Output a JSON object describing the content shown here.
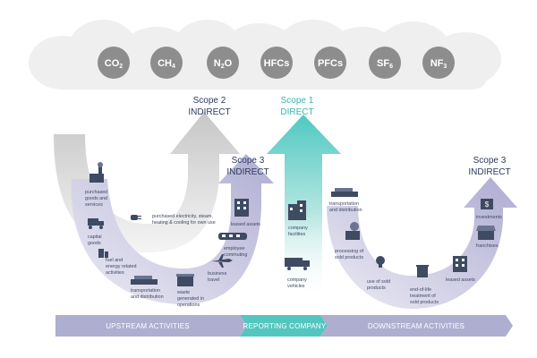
{
  "gases": [
    "CO2",
    "CH4",
    "N2O",
    "HFCs",
    "PFCs",
    "SF6",
    "NF3"
  ],
  "gas_labels": [
    {
      "base": "CO",
      "sub": "2"
    },
    {
      "base": "CH",
      "sub": "4"
    },
    {
      "base": "N",
      "sub": "2",
      "tail": "O"
    },
    {
      "base": "HFCs",
      "sub": ""
    },
    {
      "base": "PFCs",
      "sub": ""
    },
    {
      "base": "SF",
      "sub": "6"
    },
    {
      "base": "NF",
      "sub": "3"
    }
  ],
  "scopes": {
    "scope2": {
      "line1": "Scope 2",
      "line2": "INDIRECT"
    },
    "scope1": {
      "line1": "Scope 1",
      "line2": "DIRECT"
    },
    "scope3_upstream": {
      "line1": "Scope 3",
      "line2": "INDIRECT"
    },
    "scope3_downstream": {
      "line1": "Scope 3",
      "line2": "INDIRECT"
    }
  },
  "upstream_items": {
    "purchased_goods": [
      "purchased",
      "goods and",
      "services"
    ],
    "capital_goods": [
      "capital",
      "goods"
    ],
    "fuel_energy": [
      "fuel and",
      "energy related",
      "activities"
    ],
    "transportation": [
      "transportation",
      "and distribution"
    ],
    "waste": [
      "waste",
      "generated in",
      "operations"
    ],
    "business_travel": [
      "business",
      "travel"
    ],
    "employee_commuting": [
      "employee",
      "commuting"
    ],
    "leased_assets": [
      "leased assets"
    ]
  },
  "scope2_item": [
    "purchased electricity, steam,",
    "heating & cooling for own use"
  ],
  "company_items": {
    "facilities": [
      "company",
      "facilities"
    ],
    "vehicles": [
      "company",
      "vehicles"
    ]
  },
  "downstream_items": {
    "transportation": [
      "transportation",
      "and distribution"
    ],
    "processing": [
      "processing of",
      "sold products"
    ],
    "use_of_sold": [
      "use of sold",
      "products"
    ],
    "end_of_life": [
      "end-of-life",
      "treatment of",
      "sold products"
    ],
    "leased_assets": [
      "leased assets"
    ],
    "franchises": [
      "franchises"
    ],
    "investments": [
      "investments"
    ]
  },
  "bottom_bar": {
    "upstream": "UPSTREAM ACTIVITIES",
    "reporting": "REPORTING COMPANY",
    "downstream": "DOWNSTREAM ACTIVITIES"
  },
  "colors": {
    "cloud": "#eeeeee",
    "gas_circle": "#8f8f8f",
    "scope1": "#4dc7c1",
    "scope2_grey": "#c9c9c9",
    "scope3_purple": "#b6b4d6",
    "bar_purple": "#aeaed0",
    "text_navy": "#2d3a5c"
  }
}
